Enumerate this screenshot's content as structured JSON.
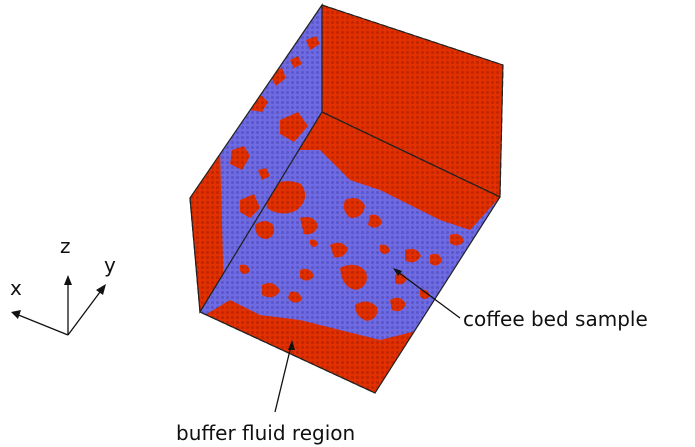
{
  "colors": {
    "fluid": "#e62e00",
    "fluid_dark": "#c42600",
    "coffee": "#6c68e0",
    "coffee_dark": "#5a55c8",
    "edge": "#222222",
    "text": "#111111"
  },
  "axes": {
    "x_label": "x",
    "y_label": "y",
    "z_label": "z"
  },
  "annotations": {
    "coffee_bed": "coffee bed sample",
    "buffer": "buffer fluid region"
  }
}
